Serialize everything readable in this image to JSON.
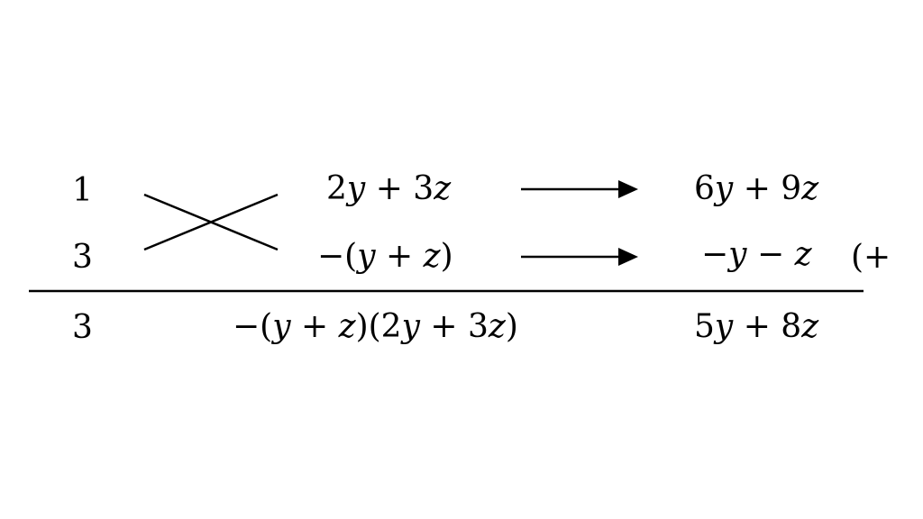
{
  "rows": {
    "top": {
      "coef": "1",
      "term_parts": [
        "2",
        "y",
        " + 3",
        "z"
      ],
      "result_parts": [
        "6",
        "y",
        " + 9",
        "z"
      ]
    },
    "middle": {
      "coef": "3",
      "term_parts": [
        "−(",
        "y",
        " + ",
        "z",
        ")"
      ],
      "result_parts": [
        "−",
        "y",
        " − ",
        "z"
      ],
      "note": "(+"
    },
    "bottom": {
      "coef": "3",
      "product_parts": [
        "−(",
        "y",
        " + ",
        "z",
        ")(2",
        "y",
        " + 3",
        "z",
        ")"
      ],
      "sum_parts": [
        "5",
        "y",
        " + 8",
        "z"
      ]
    }
  }
}
